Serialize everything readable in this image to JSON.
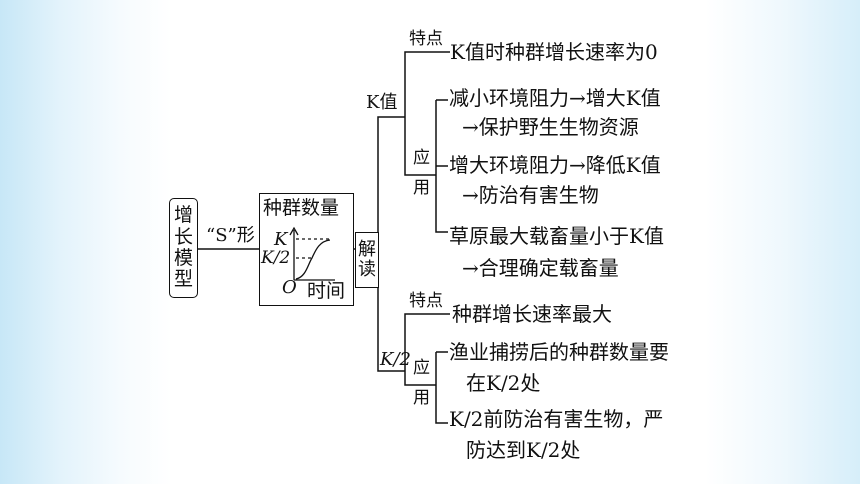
{
  "root": {
    "chars": [
      "增",
      "长",
      "模",
      "型"
    ]
  },
  "s_label": "“S”形",
  "graph": {
    "title": "种群数量",
    "y_k": "K",
    "y_k2": "K/2",
    "origin": "O",
    "x_label": "时间"
  },
  "interpret": {
    "chars": [
      "解",
      "读"
    ]
  },
  "k_branch": {
    "label": "K值",
    "feature_label": "特点",
    "feature_text": "K值时种群增长速率为0",
    "apply_chars": [
      "应",
      "用"
    ],
    "applications": [
      {
        "line1": "减小环境阻力→增大K值",
        "line2": "→保护野生生物资源"
      },
      {
        "line1": "增大环境阻力→降低K值",
        "line2": "→防治有害生物"
      },
      {
        "line1": "草原最大载畜量小于K值",
        "line2": "→合理确定载畜量"
      }
    ]
  },
  "k2_branch": {
    "label": "K/2",
    "feature_label": "特点",
    "feature_text": "种群增长速率最大",
    "apply_chars": [
      "应",
      "用"
    ],
    "applications": [
      {
        "line1": "渔业捕捞后的种群数量要",
        "line2": "在K/2处"
      },
      {
        "line1": "K/2前防治有害生物，严",
        "line2": "防达到K/2处"
      }
    ]
  }
}
